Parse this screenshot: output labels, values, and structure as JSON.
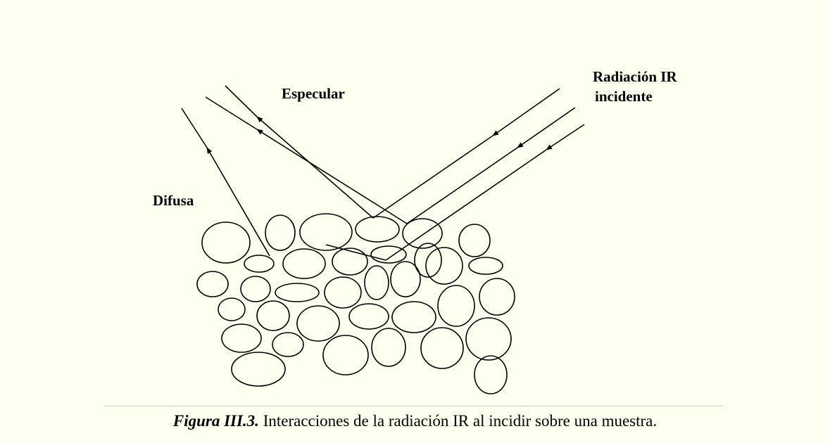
{
  "labels": {
    "radiacion_line1": "Radiación IR",
    "radiacion_line2": "incidente",
    "especular": "Especular",
    "difusa": "Difusa"
  },
  "caption": {
    "figure": "Figura III.3.",
    "text": " Interacciones de la radiación IR al incidir sobre una muestra."
  },
  "colors": {
    "panel_background": "#fffff0",
    "ink": "#000000",
    "rule": "#c9c9c9"
  }
}
